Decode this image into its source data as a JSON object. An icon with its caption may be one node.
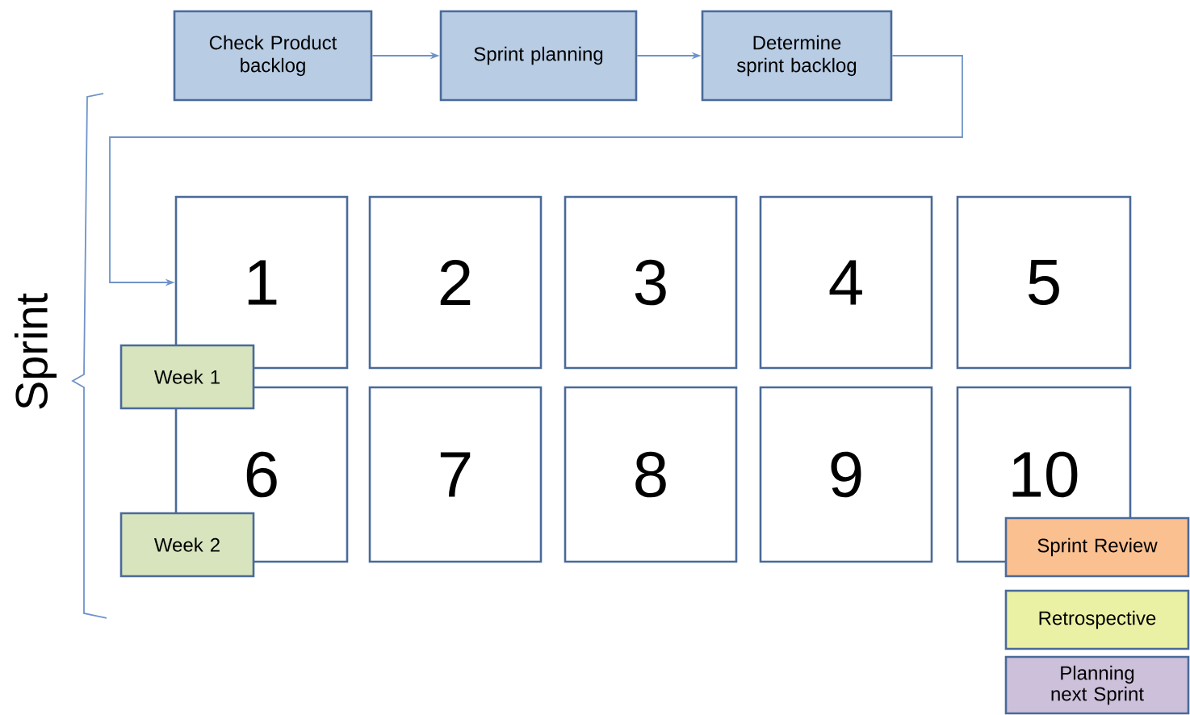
{
  "diagram": {
    "nodes": [
      {
        "text": [
          "Check Product backlog"
        ]
      },
      {
        "text": [
          "Sprint planning"
        ]
      },
      {
        "text": [
          "Determine sprint backlog"
        ]
      },
      {
        "text": [
          "1"
        ]
      },
      {
        "text": [
          "2"
        ]
      },
      {
        "text": [
          "3"
        ]
      },
      {
        "text": [
          "4"
        ]
      },
      {
        "text": [
          "5"
        ]
      },
      {
        "text": [
          "6"
        ]
      },
      {
        "text": [
          "7"
        ]
      },
      {
        "text": [
          "8"
        ]
      },
      {
        "text": [
          "9"
        ]
      },
      {
        "text": [
          "10"
        ]
      },
      {
        "text": [
          "Week 1"
        ]
      },
      {
        "text": [
          "Week 2"
        ]
      },
      {
        "text": [
          "Sprint Review"
        ]
      },
      {
        "text": [
          "Retrospective"
        ]
      },
      {
        "text": [
          "Planning next Sprint"
        ]
      }
    ],
    "edges": [
      {
        "from": 0,
        "to": 1,
        "arrow": "to"
      },
      {
        "from": 1,
        "to": 2,
        "arrow": "to"
      },
      {
        "from": 2,
        "to": 3,
        "arrow": "to"
      }
    ],
    "labels": [
      "Sprint"
    ]
  }
}
